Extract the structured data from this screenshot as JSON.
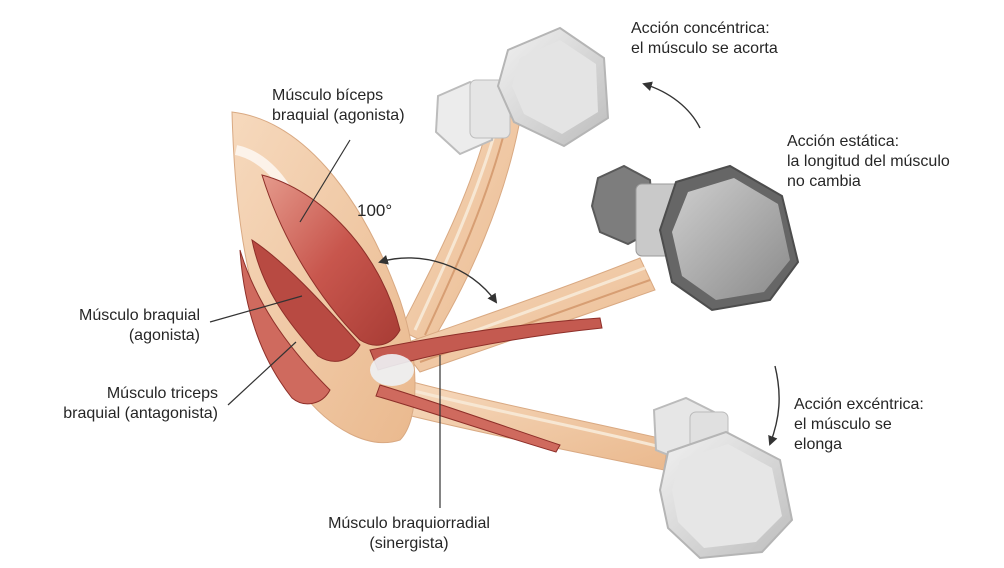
{
  "labels": {
    "biceps": [
      "Músculo bíceps",
      "braquial (agonista)"
    ],
    "brachialis": [
      "Músculo braquial",
      "(agonista)"
    ],
    "triceps": [
      "Músculo triceps",
      "braquial (antagonista)"
    ],
    "brachioradialis": [
      "Músculo braquiorradial",
      "(sinergista)"
    ],
    "angle": "100°",
    "concentric": [
      "Acción concéntrica:",
      "el músculo se acorta"
    ],
    "static": [
      "Acción estática:",
      "la longitud del músculo",
      "no cambia"
    ],
    "eccentric": [
      "Acción excéntrica:",
      "el músculo se",
      "elonga"
    ]
  },
  "colors": {
    "muscle": "#c8564d",
    "muscle_light": "#e08a7c",
    "skin": "#f2c9a3",
    "tendon": "#eef2f5",
    "dumbbell_light": "#d9d9d9",
    "dumbbell_dark": "#6e6e6e",
    "arrow": "#333333"
  }
}
